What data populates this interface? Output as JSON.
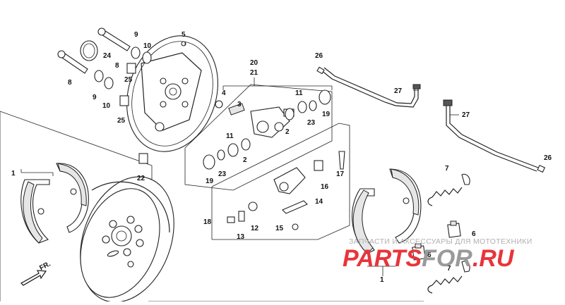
{
  "diagram": {
    "callouts": {
      "p1a": "1",
      "p1b": "1",
      "p2a": "2",
      "p2b": "2",
      "p3": "3",
      "p4": "4",
      "p5": "5",
      "p6a": "6",
      "p6b": "6",
      "p7a": "7",
      "p7b": "7",
      "p8a": "8",
      "p8b": "8",
      "p9a": "9",
      "p9b": "9",
      "p10a": "10",
      "p10b": "10",
      "p11a": "11",
      "p11b": "11",
      "p12": "12",
      "p13": "13",
      "p14": "14",
      "p15": "15",
      "p16": "16",
      "p17": "17",
      "p18": "18",
      "p19a": "19",
      "p19b": "19",
      "p20": "20",
      "p21": "21",
      "p22": "22",
      "p23a": "23",
      "p23b": "23",
      "p24": "24",
      "p25a": "25",
      "p25b": "25",
      "p26a": "26",
      "p26b": "26",
      "p27a": "27",
      "p27b": "27"
    },
    "direction_label": "FR.",
    "colors": {
      "line": "#222222",
      "logo_red": "#e8343a",
      "logo_grey": "#9a9a9a",
      "watermark": "#b0b0b0"
    }
  },
  "watermark": {
    "text": "ЗАПЧАСТИ И АКСЕССУАРЫ ДЛЯ МОТОТЕХНИКИ",
    "logo_part1": "PARTS",
    "logo_part2": "FOR",
    "logo_part3": ".RU"
  }
}
